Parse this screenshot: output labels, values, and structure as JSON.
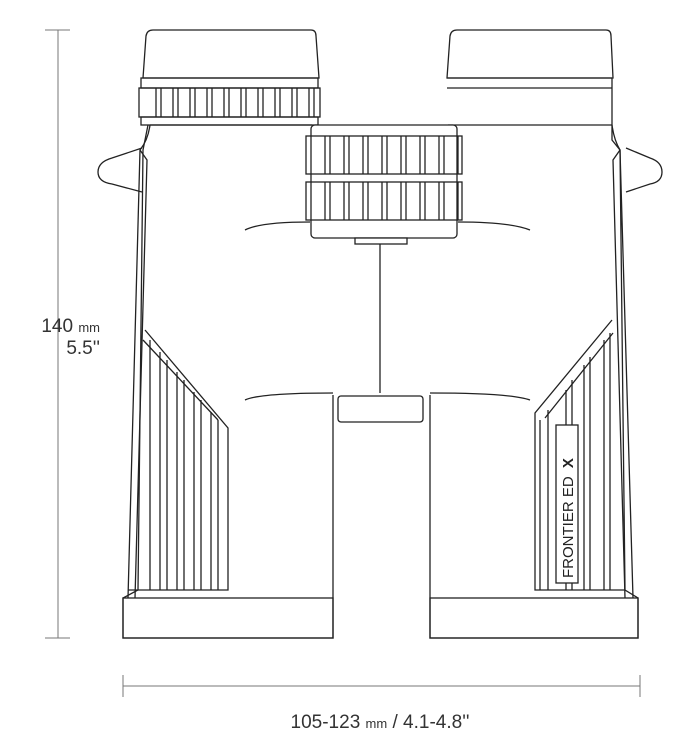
{
  "product": {
    "model_label": "FRONTIER ED",
    "model_suffix": "X"
  },
  "dimensions": {
    "height_value": "140",
    "height_unit": "mm",
    "height_inches": "5.5''",
    "width_value": "105-123",
    "width_unit": "mm",
    "width_inches": "/ 4.1-4.8''"
  }
}
